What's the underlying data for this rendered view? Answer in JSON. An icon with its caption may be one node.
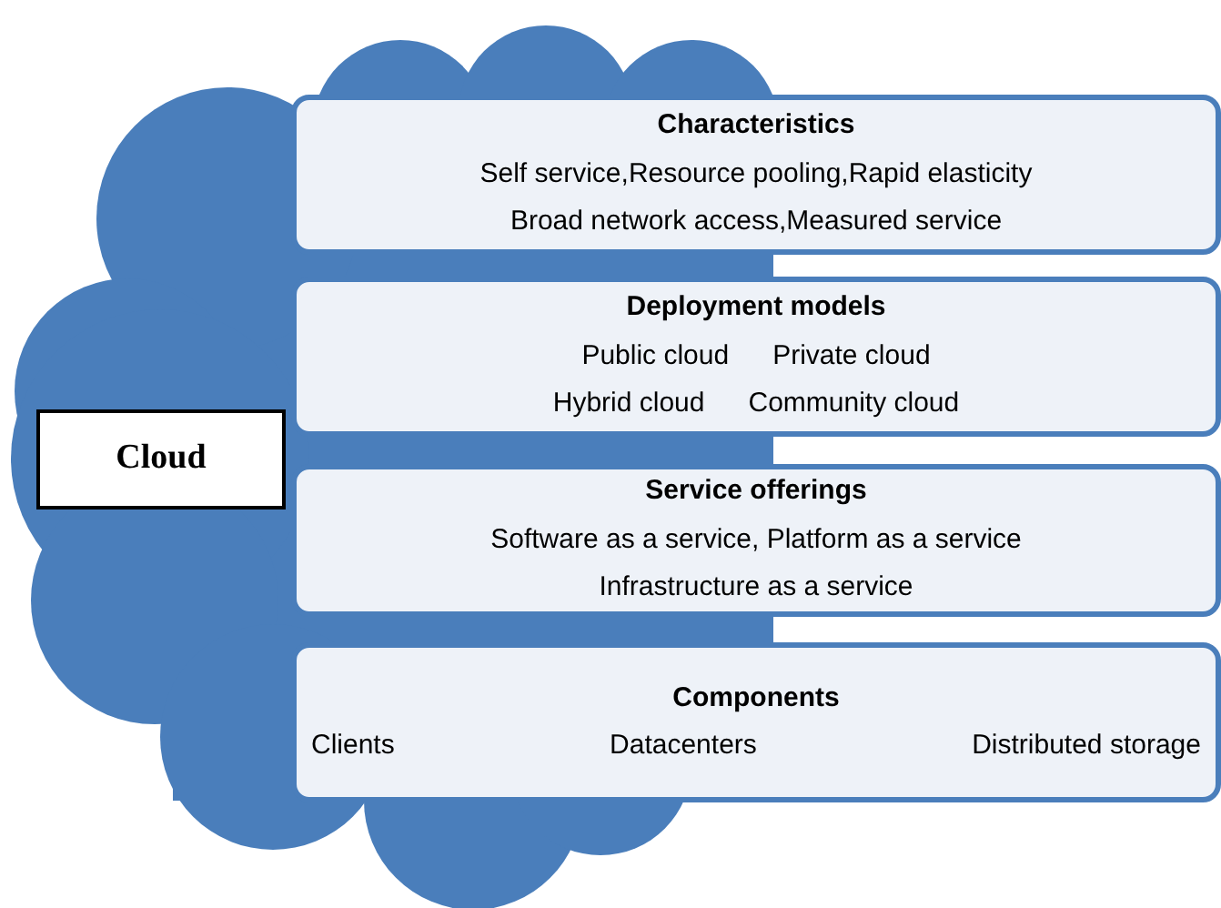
{
  "diagram": {
    "nodes": [
      {
        "text": [],
        "shape": "cloud"
      },
      {
        "text": [
          "Cloud"
        ]
      },
      {
        "text": [
          "Characteristics",
          "Self service,Resource pooling,Rapid elasticity",
          "Broad network access,Measured service"
        ]
      },
      {
        "text": [
          "Deployment models",
          "Public cloud",
          "Private cloud",
          "Hybrid cloud",
          "Community cloud"
        ]
      },
      {
        "text": [
          "Service offerings",
          "Software as a service, Platform as a service",
          "Infrastructure as a service"
        ]
      },
      {
        "text": [
          "Components",
          "Clients",
          "Datacenters",
          "Distributed storage"
        ]
      }
    ]
  }
}
